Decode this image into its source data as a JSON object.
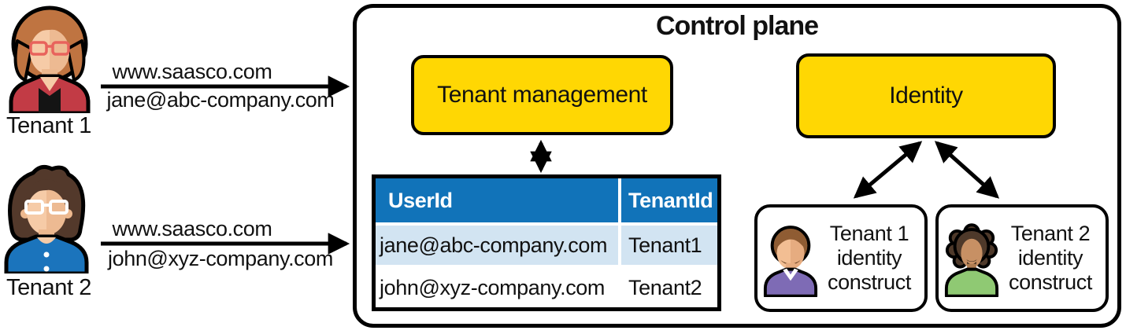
{
  "control_plane": {
    "title": "Control plane"
  },
  "services": {
    "tenant_management": "Tenant management",
    "identity": "Identity"
  },
  "tenants": [
    {
      "name": "Tenant 1",
      "url": "www.saasco.com",
      "email": "jane@abc-company.com",
      "avatar_icon": "woman-red-jacket-avatar"
    },
    {
      "name": "Tenant 2",
      "url": "www.saasco.com",
      "email": "john@xyz-company.com",
      "avatar_icon": "man-blue-shirt-avatar"
    }
  ],
  "mapping_table": {
    "columns": [
      "UserId",
      "TenantId"
    ],
    "rows": [
      [
        "jane@abc-company.com",
        "Tenant1"
      ],
      [
        "john@xyz-company.com",
        "Tenant2"
      ]
    ]
  },
  "identity_constructs": [
    {
      "lines": [
        "Tenant 1",
        "identity",
        "construct"
      ],
      "avatar_icon": "man-purple-shirt-avatar"
    },
    {
      "lines": [
        "Tenant 2",
        "identity",
        "construct"
      ],
      "avatar_icon": "person-green-shirt-avatar"
    }
  ],
  "colors": {
    "service_box_yellow": "#ffd703",
    "table_header_blue": "#1173b9",
    "table_row_light_blue": "#d2e4f2",
    "outline_black": "#000000"
  }
}
